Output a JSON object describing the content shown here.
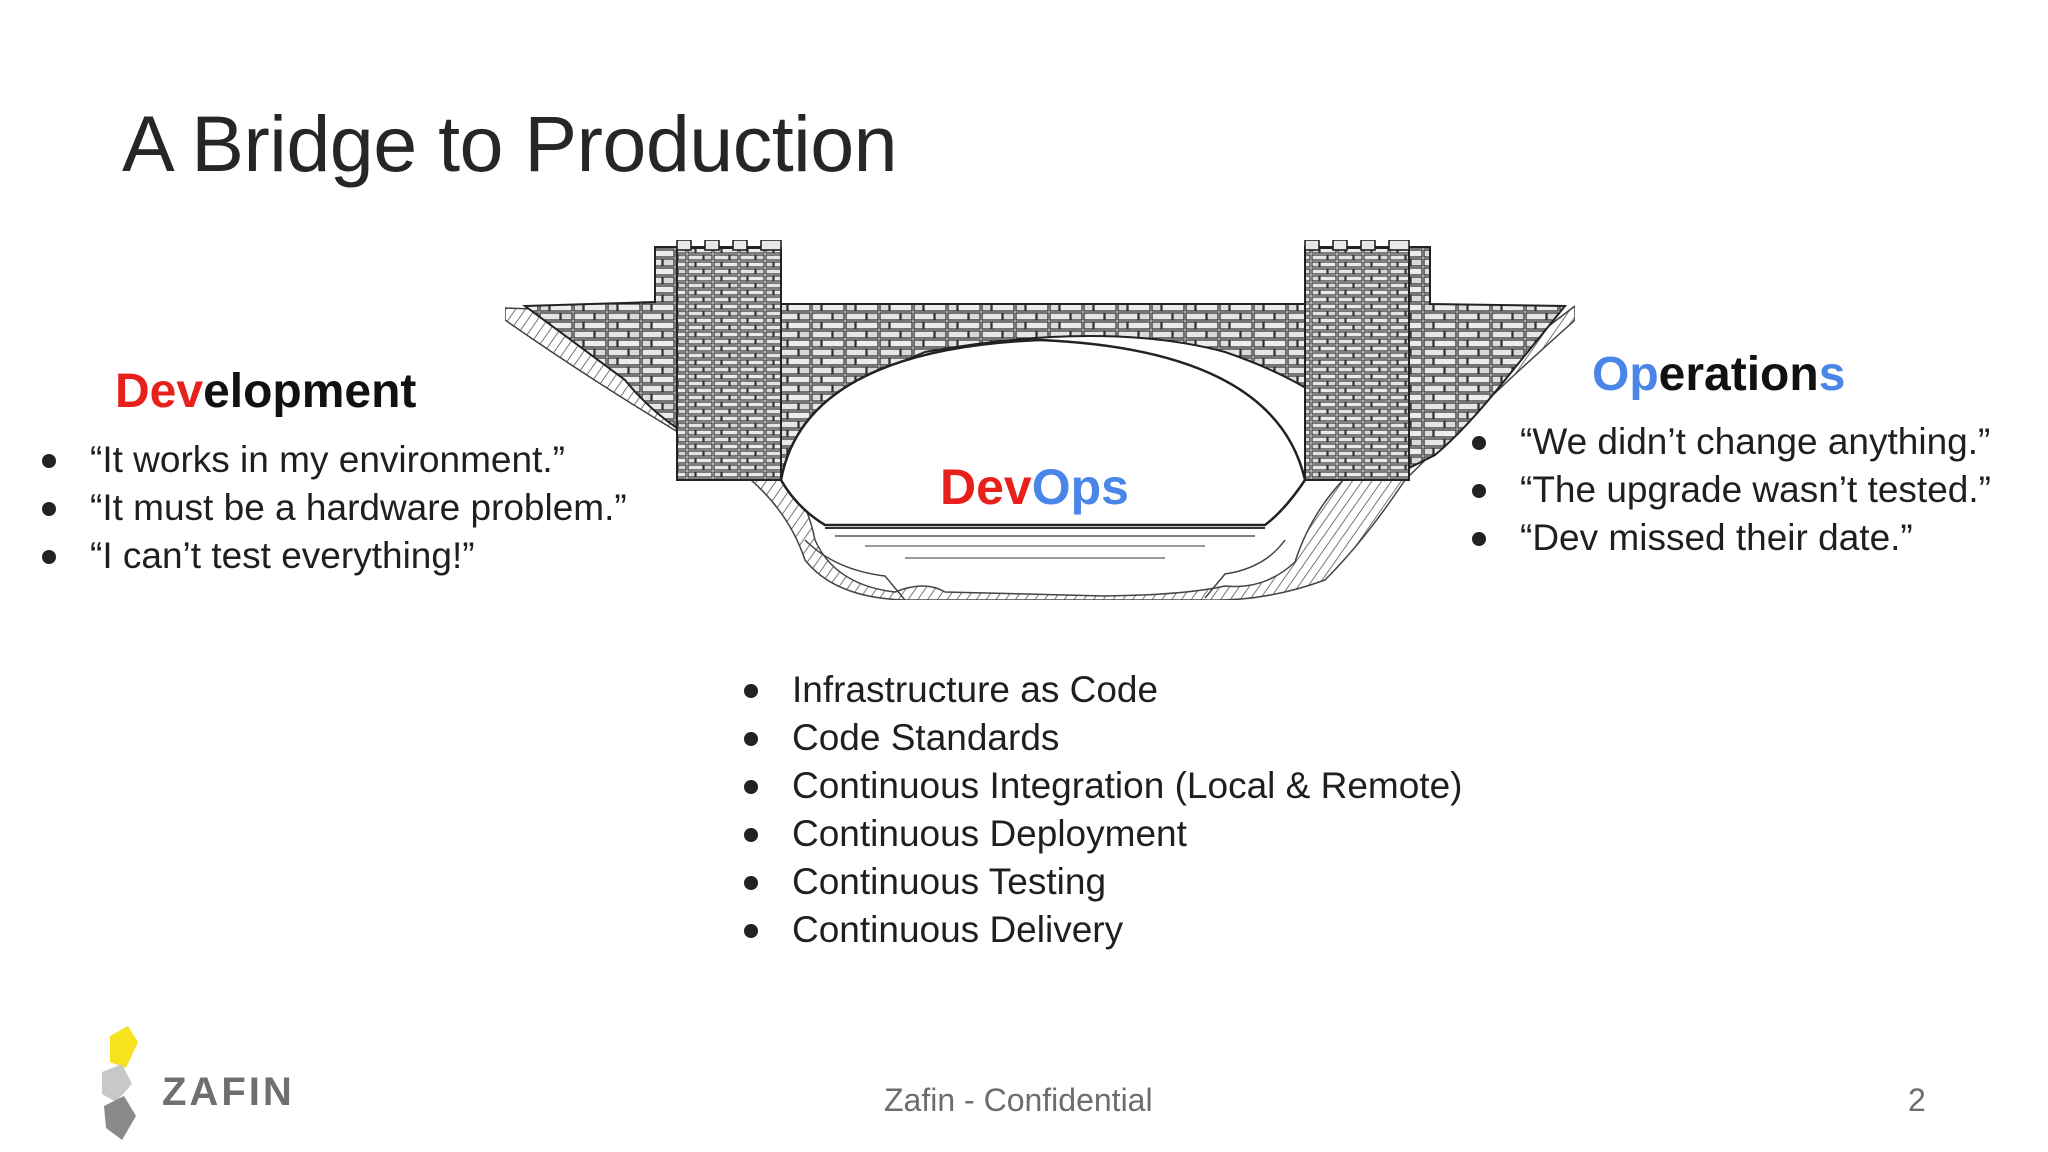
{
  "slide": {
    "title": "A Bridge to Production",
    "development": {
      "heading_highlight": "Dev",
      "heading_rest": "elopment",
      "quotes": [
        "“It works in my environment.”",
        "“It must be a hardware problem.”",
        "“I can’t test everything!”"
      ]
    },
    "operations": {
      "heading_start": "Op",
      "heading_middle": "eration",
      "heading_end": "s",
      "quotes": [
        "“We didn’t change anything.”",
        "“The upgrade wasn’t tested.”",
        "“Dev missed their date.”"
      ]
    },
    "devops": {
      "heading_dev": "Dev",
      "heading_ops": "Ops",
      "practices": [
        "Infrastructure as Code",
        "Code Standards",
        "Continuous Integration (Local & Remote)",
        "Continuous Deployment",
        "Continuous Testing",
        "Continuous Delivery"
      ]
    },
    "footer": {
      "logo_text": "ZAFIN",
      "confidential": "Zafin - Confidential",
      "page_number": "2"
    }
  },
  "colors": {
    "dev_red": "#e8201b",
    "ops_blue": "#4a86e8",
    "logo_yellow": "#f6e31b",
    "logo_gray": "#8a8a8a"
  },
  "icons": {
    "bridge": "stone-arch-bridge-illustration",
    "logo": "zafin-logo-icon"
  }
}
